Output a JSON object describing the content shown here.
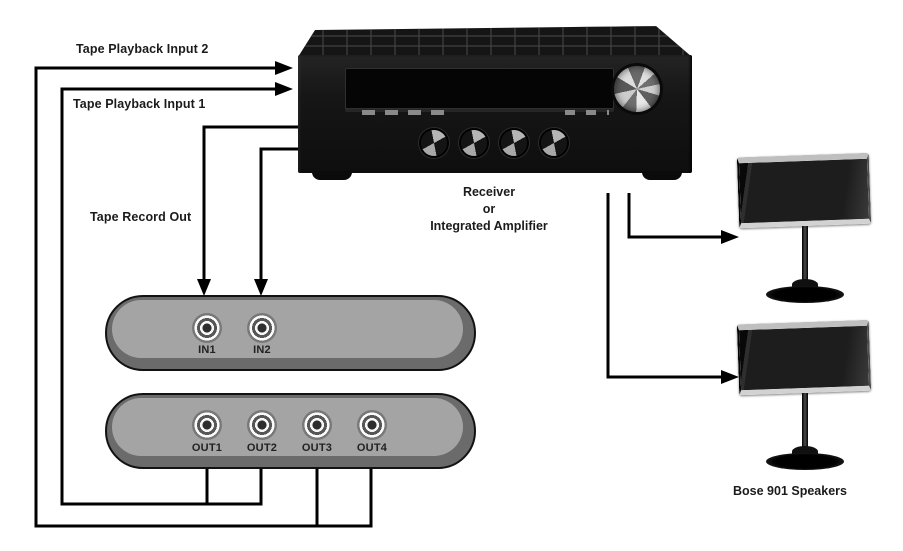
{
  "diagram": {
    "connections": {
      "tape_playback_input_2": "Tape Playback Input 2",
      "tape_playback_input_1": "Tape Playback Input 1",
      "tape_record_out": "Tape Record Out"
    },
    "receiver": {
      "label_lines": [
        "Receiver",
        "or",
        "Integrated Amplifier"
      ]
    },
    "tape_input_unit": {
      "jacks": [
        "IN1",
        "IN2"
      ]
    },
    "tape_output_unit": {
      "jacks": [
        "OUT1",
        "OUT2",
        "OUT3",
        "OUT4"
      ]
    },
    "speakers": {
      "label": "Bose 901 Speakers"
    },
    "colors": {
      "line": "#000000",
      "pill_rim": "#6b6b6b",
      "pill_fill": "#a4a4a4",
      "device_black": "#161616"
    }
  }
}
